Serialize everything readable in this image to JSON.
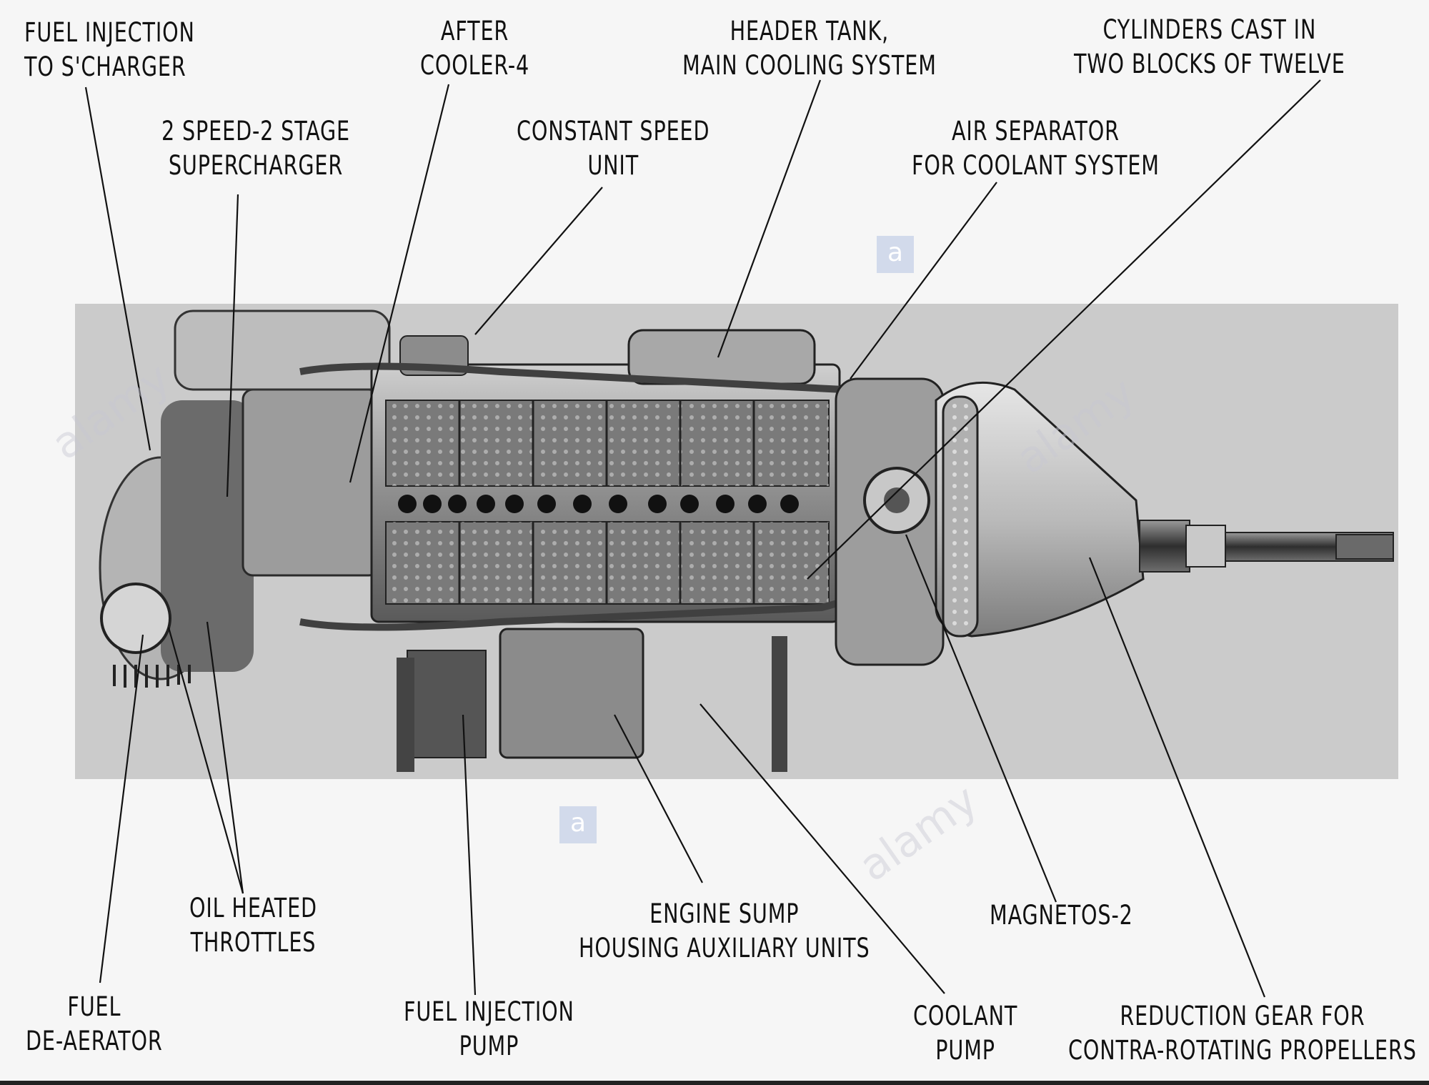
{
  "labels": {
    "fuel_injection_scharger": [
      "FUEL INJECTION",
      "TO    S'CHARGER"
    ],
    "after_cooler": [
      "AFTER",
      "COOLER-4"
    ],
    "header_tank": [
      "HEADER TANK,",
      "MAIN COOLING SYSTEM"
    ],
    "cylinders_cast": [
      "CYLINDERS   CAST    IN",
      "TWO BLOCKS OF TWELVE"
    ],
    "supercharger": [
      "2 SPEED-2 STAGE",
      "SUPERCHARGER"
    ],
    "constant_speed_unit": [
      "CONSTANT SPEED",
      "UNIT"
    ],
    "air_separator": [
      "AIR SEPARATOR",
      "FOR COOLANT SYSTEM"
    ],
    "oil_heated_throttles": [
      "OIL HEATED",
      "THROTTLES"
    ],
    "engine_sump": [
      "ENGINE SUMP",
      "HOUSING AUXILIARY UNITS"
    ],
    "magnetos": [
      "MAGNETOS-2"
    ],
    "fuel_deaerator": [
      "FUEL",
      "DE-AERATOR"
    ],
    "fuel_injection_pump": [
      "FUEL INJECTION",
      "PUMP"
    ],
    "coolant_pump": [
      "COOLANT",
      "PUMP"
    ],
    "reduction_gear": [
      "REDUCTION   GEAR FOR",
      "CONTRA-ROTATING PROPELLERS"
    ]
  },
  "watermark": {
    "badge_letter": "a",
    "brand_text": "alamy"
  },
  "colors": {
    "paper": "#f6f6f6",
    "backdrop": "#c9c9c9",
    "metal_dark": "#3a3a3a",
    "metal_mid": "#8a8a8a",
    "metal_light": "#d8d8d8",
    "ink": "#111111"
  }
}
